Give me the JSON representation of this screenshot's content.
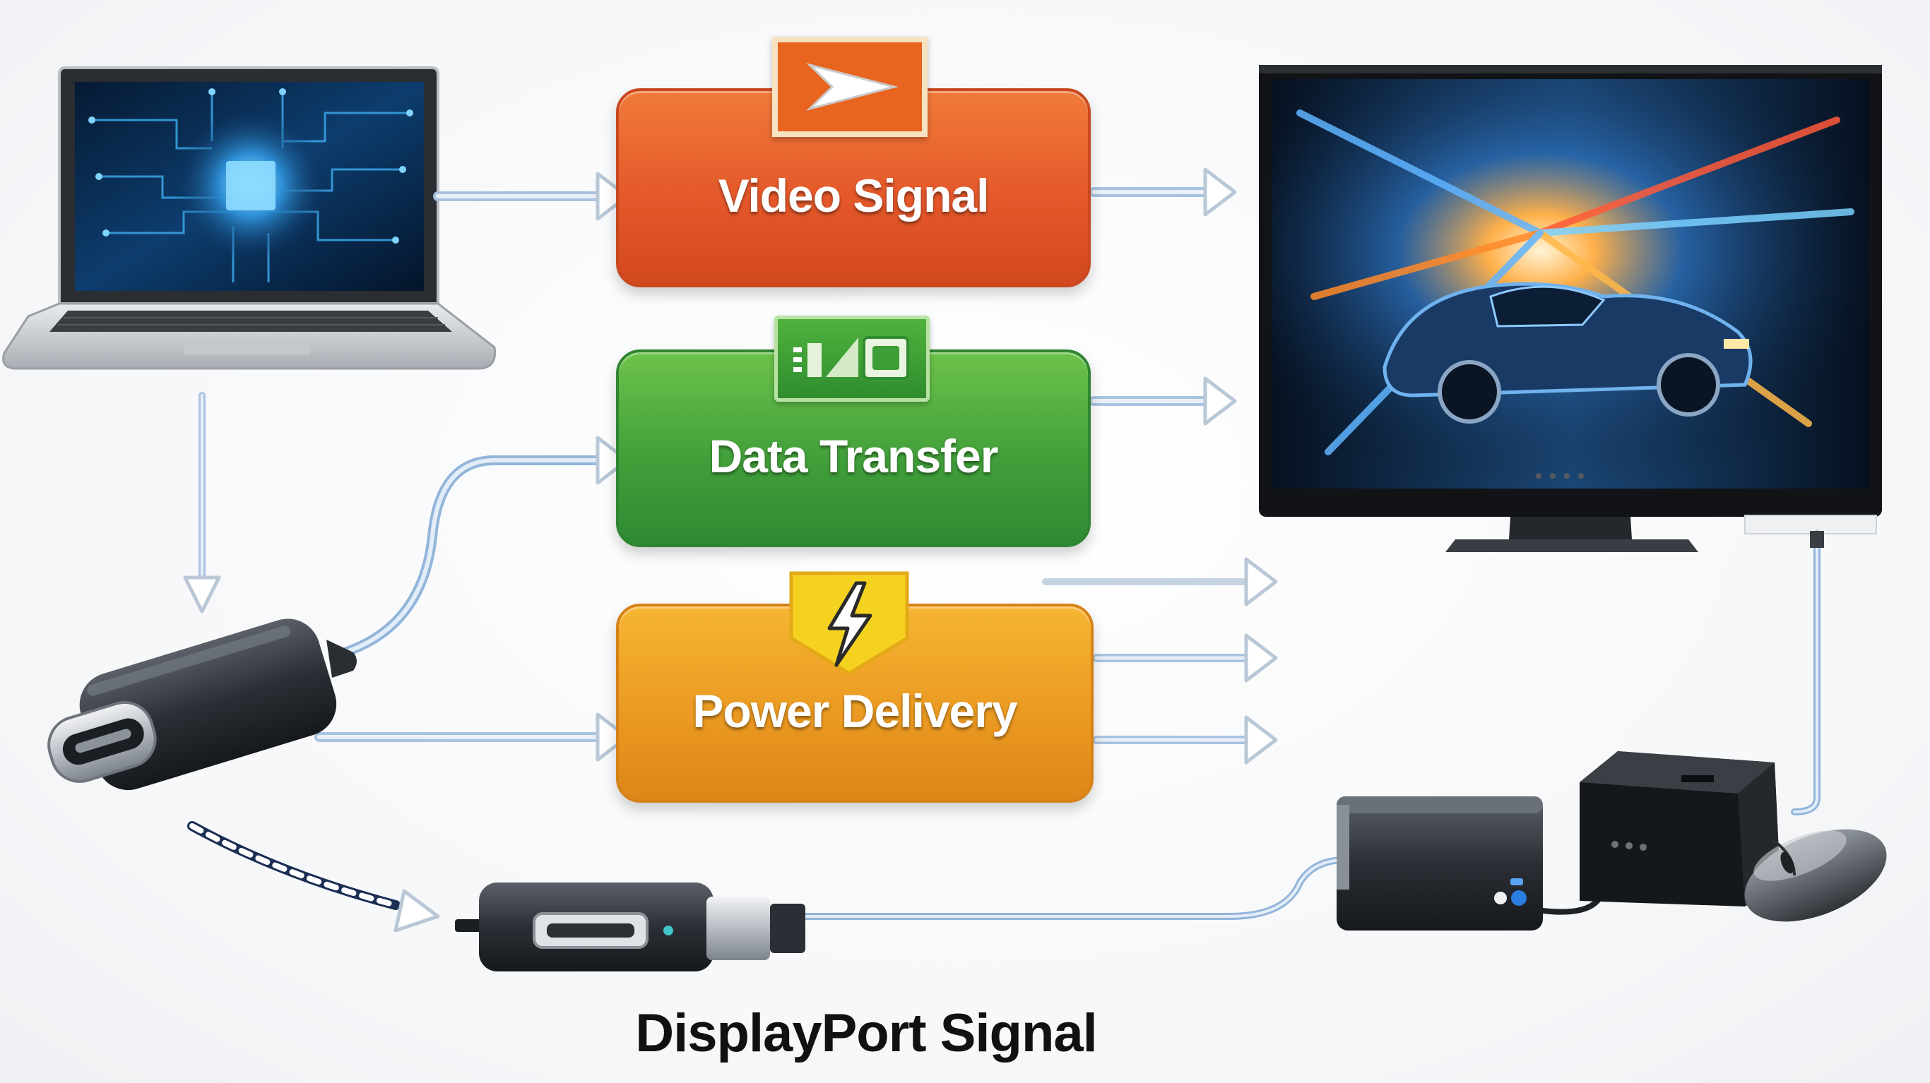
{
  "boxes": {
    "video": {
      "label": "Video Signal",
      "color": "#e4582a"
    },
    "data": {
      "label": "Data Transfer",
      "color": "#42a03a"
    },
    "power": {
      "label": "Power Delivery",
      "color": "#eb9a22"
    }
  },
  "caption": "DisplayPort Signal",
  "icons": {
    "video_badge": "play-arrow-icon",
    "data_badge": "data-transfer-icon",
    "power_badge": "lightning-bolt-icon"
  },
  "colors": {
    "connector_line": "#a9c3e0",
    "arrow_outline": "#c5d2e0"
  }
}
